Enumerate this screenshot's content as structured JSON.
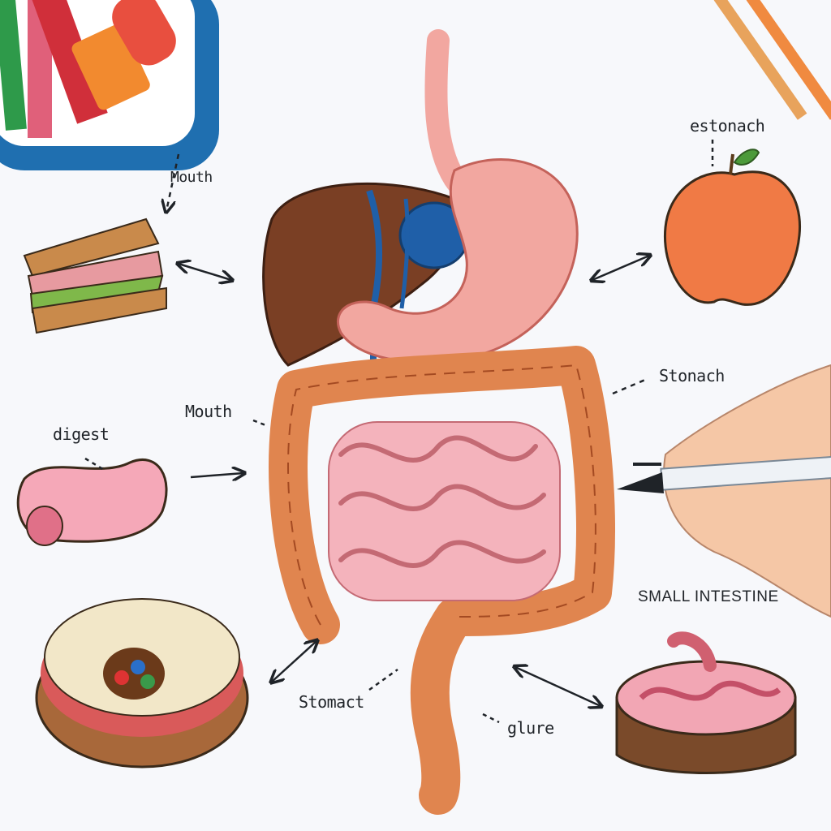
{
  "labels": {
    "mouth_top": "Mouth",
    "estomach": "estonach",
    "mouth_mid": "Mouth",
    "stomach_right": "Stonach",
    "digest": "digest",
    "small_intestine": "SMALL INTESTINE",
    "stomact": "Stomact",
    "glure": "glure"
  },
  "colors": {
    "liver": "#7a3f24",
    "gallbladder": "#1f5fa8",
    "stomach": "#f2a7a0",
    "large_intestine": "#e0854f",
    "small_intestine": "#f4b3bc",
    "apple": "#f07a45",
    "ink": "#1f2328"
  },
  "icons": [
    "crayon-cup-icon",
    "sandwich-icon",
    "apple-icon",
    "sausage-icon",
    "tart-icon",
    "intestine-bowl-icon",
    "pencil-hand-icon"
  ]
}
